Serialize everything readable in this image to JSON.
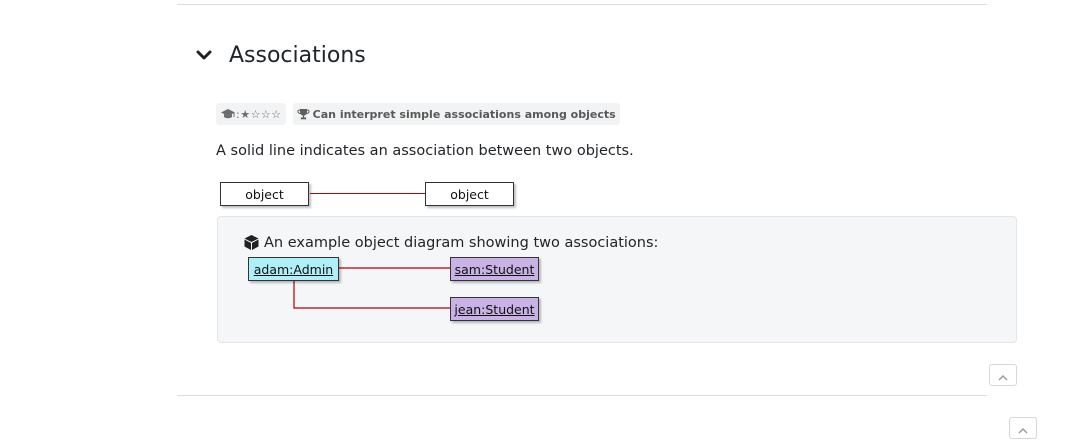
{
  "section": {
    "title": "Associations",
    "toggle_icon": "chevron-down-icon"
  },
  "badges": {
    "difficulty_icon": "graduation-cap-icon",
    "difficulty_stars": ":★☆☆☆",
    "outcome_icon": "trophy-icon",
    "outcome_label": "Can interpret simple associations among objects"
  },
  "description": "A solid line indicates an association between two objects.",
  "simple_diagram": {
    "left_object": "object",
    "right_object": "object",
    "line_color": "#b30000"
  },
  "example": {
    "icon": "cube-icon",
    "caption": "An example object diagram showing two associations:",
    "objects": {
      "admin": "adam:Admin",
      "student1": "sam:Student",
      "student2": "jean:Student"
    },
    "colors": {
      "admin_fill": "#aeeff8",
      "student_fill": "#c9b3e6",
      "line": "#b30000"
    }
  },
  "controls": {
    "scroll_up_icon": "chevron-up-icon"
  }
}
